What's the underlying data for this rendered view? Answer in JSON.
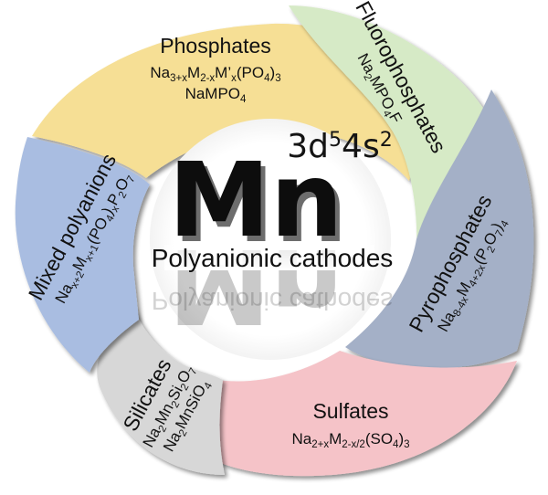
{
  "center": {
    "element": "Mn",
    "config_parts": [
      {
        "t": "3d"
      },
      {
        "t": "5",
        "sup": true
      },
      {
        "t": "4s"
      },
      {
        "t": "2",
        "sup": true
      }
    ],
    "label": "Polyanionic cathodes"
  },
  "segments": [
    {
      "name": "phosphates",
      "color": "#f6df95",
      "title": "Phosphates",
      "formulas": [
        [
          {
            "t": "Na"
          },
          {
            "t": "3+x",
            "sub": true
          },
          {
            "t": "M"
          },
          {
            "t": "2-x",
            "sub": true
          },
          {
            "t": "M’"
          },
          {
            "t": "x",
            "sub": true
          },
          {
            "t": "(PO"
          },
          {
            "t": "4",
            "sub": true
          },
          {
            "t": ")"
          },
          {
            "t": "3",
            "sub": true
          }
        ],
        [
          {
            "t": "NaMPO"
          },
          {
            "t": "4",
            "sub": true
          }
        ]
      ]
    },
    {
      "name": "fluorophosphates",
      "color": "#d6eac6",
      "title": "Fluorophosphates",
      "formulas": [
        [
          {
            "t": "Na"
          },
          {
            "t": "2",
            "sub": true
          },
          {
            "t": "MPO"
          },
          {
            "t": "4",
            "sub": true
          },
          {
            "t": "F"
          }
        ]
      ]
    },
    {
      "name": "pyrophosphates",
      "color": "#a4b0c7",
      "title": "Pyrophosphates",
      "formulas": [
        [
          {
            "t": "Na"
          },
          {
            "t": "8-4x",
            "sub": true
          },
          {
            "t": "M"
          },
          {
            "t": "4+2x",
            "sub": true
          },
          {
            "t": "(P"
          },
          {
            "t": "2",
            "sub": true
          },
          {
            "t": "O"
          },
          {
            "t": "7",
            "sub": true
          },
          {
            "t": ")"
          },
          {
            "t": "4",
            "sub": true
          }
        ]
      ]
    },
    {
      "name": "sulfates",
      "color": "#f5c3c8",
      "title": "Sulfates",
      "formulas": [
        [
          {
            "t": "Na"
          },
          {
            "t": "2+x",
            "sub": true
          },
          {
            "t": "M"
          },
          {
            "t": "2-x/2",
            "sub": true
          },
          {
            "t": "(SO"
          },
          {
            "t": "4",
            "sub": true
          },
          {
            "t": ")"
          },
          {
            "t": "3",
            "sub": true
          }
        ]
      ]
    },
    {
      "name": "silicates",
      "color": "#d7d7d7",
      "title": "Silicates",
      "formulas": [
        [
          {
            "t": "Na"
          },
          {
            "t": "2",
            "sub": true
          },
          {
            "t": "Mn"
          },
          {
            "t": "2",
            "sub": true
          },
          {
            "t": "Si"
          },
          {
            "t": "2",
            "sub": true
          },
          {
            "t": "O"
          },
          {
            "t": "7",
            "sub": true
          }
        ],
        [
          {
            "t": "Na"
          },
          {
            "t": "2",
            "sub": true
          },
          {
            "t": "MnSiO"
          },
          {
            "t": "4",
            "sub": true
          }
        ]
      ]
    },
    {
      "name": "mixed-polyanions",
      "color": "#a9bde1",
      "title": "Mixed polyanions",
      "formulas": [
        [
          {
            "t": "Na"
          },
          {
            "t": "x+2",
            "sub": true
          },
          {
            "t": "M"
          },
          {
            "t": "x+1",
            "sub": true
          },
          {
            "t": "(PO"
          },
          {
            "t": "4",
            "sub": true
          },
          {
            "t": ")"
          },
          {
            "t": "x",
            "sub": true
          },
          {
            "t": "P"
          },
          {
            "t": "2",
            "sub": true
          },
          {
            "t": "O"
          },
          {
            "t": "7",
            "sub": true
          }
        ]
      ]
    }
  ]
}
